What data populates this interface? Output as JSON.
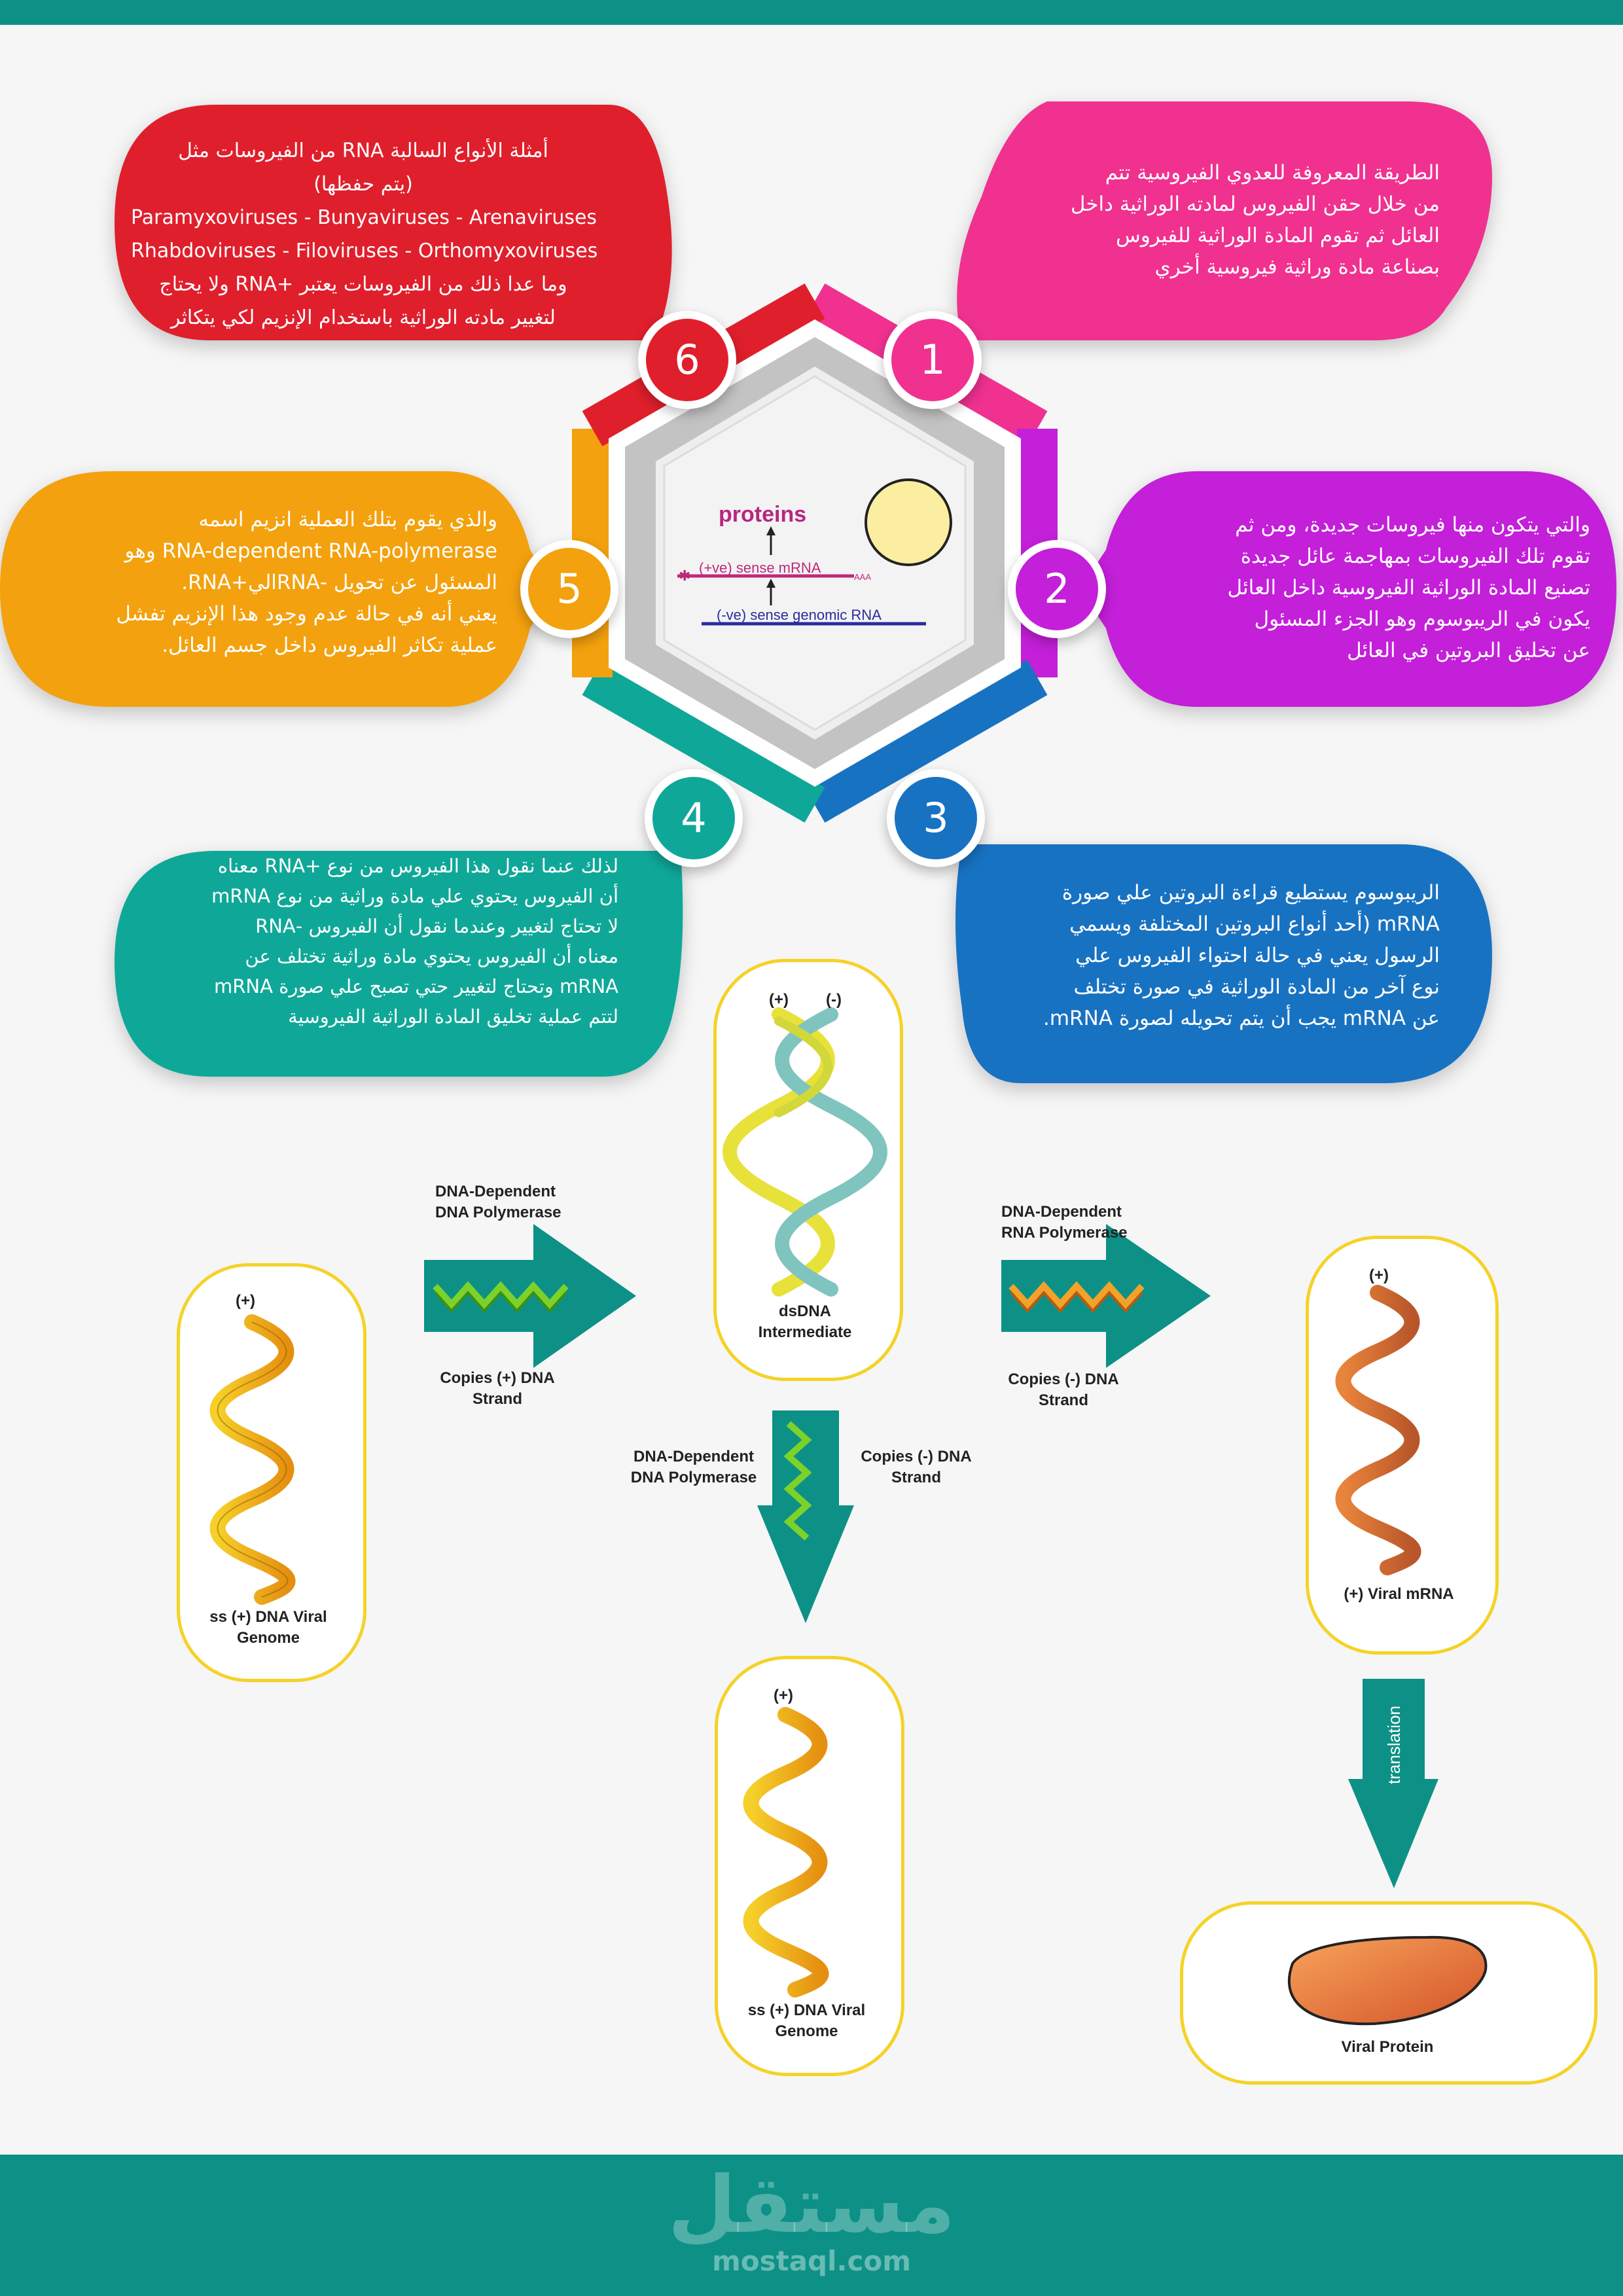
{
  "steps": [
    {
      "num": "1",
      "color": "#f0318f",
      "lines": [
        "الطريقة المعروفة للعدوي الفيروسية تتم",
        "من خلال حقن الفيروس لمادته الوراثية داخل",
        "العائل   ثم تقوم المادة الوراثية للفيروس",
        "بصناعة مادة وراثية فيروسية أخري"
      ]
    },
    {
      "num": "2",
      "color": "#c41fd9",
      "lines": [
        "والتي يتكون منها فيروسات جديدة، ومن ثم",
        "تقوم تلك الفيروسات بمهاجمة عائل جديدة",
        "تصنيع المادة الوراثية الفيروسية داخل العائل",
        "يكون في الريبوسوم وهو الجزء المسئول",
        "عن تخليق البروتين في العائل"
      ]
    },
    {
      "num": "3",
      "color": "#1872c2",
      "lines": [
        "الريبوسوم يستطيع قراءة البروتين علي صورة",
        "mRNA (أحد أنواع البروتين المختلفة ويسمي",
        "الرسول يعني في حالة احتواء الفيروس علي",
        "نوع آخر من المادة الوراثية في صورة تختلف",
        "عن mRNA يجب أن يتم تحويله لصورة mRNA."
      ]
    },
    {
      "num": "4",
      "color": "#0fa898",
      "lines": [
        "لذلك عنما نقول هذا الفيروس من نوع +RNA  معناه",
        "أن الفيروس يحتوي علي مادة وراثية من نوع mRNA",
        "لا تحتاج لتغيير وعندما نقول أن الفيروس -RNA",
        "معناه أن الفيروس يحتوي مادة وراثية تختلف عن",
        "mRNA وتحتاج لتغيير حتي تصبح علي صورة mRNA",
        "لتتم عملية تخليق المادة الوراثية الفيروسية"
      ]
    },
    {
      "num": "5",
      "color": "#f3a10e",
      "lines": [
        "والذي يقوم بتلك العملية انزيم اسمه",
        "RNA-dependent RNA-polymerase وهو",
        "المسئول عن تحويل -RNAالي+RNA.",
        "يعني أنه في حالة عدم وجود هذا الإنزيم تفشل",
        "عملية تكاثر الفيروس داخل جسم العائل."
      ]
    },
    {
      "num": "6",
      "color": "#e01f2c",
      "lines": [
        "أمثلة الأنواع السالبة RNA من الفيروسات مثل",
        "(يتم حفظها)",
        "Paramyxoviruses - Bunyaviruses - Arenaviruses",
        "Rhabdoviruses - Filoviruses - Orthomyxoviruses",
        "وما عدا ذلك من الفيروسات يعتبر +RNA ولا يحتاج",
        "لتغيير مادته الوراثية باستخدام الإنزيم لكي يتكاثر"
      ]
    }
  ],
  "center": {
    "proteins": "proteins",
    "sense_mrna": "(+ve) sense mRNA",
    "aaa": "AAA",
    "genomic": "(-ve) sense genomic RNA"
  },
  "flow": {
    "ss_genome_label": "ss (+) DNA Viral\nGenome",
    "ss_genome_plus": "(+)",
    "arrow1_title": "DNA-Dependent\nDNA Polymerase",
    "arrow1_sub": "Copies (+) DNA\nStrand",
    "ds_plus": "(+)",
    "ds_minus": "(-)",
    "ds_label": "dsDNA\nIntermediate",
    "arrow2_title": "DNA-Dependent\nRNA Polymerase",
    "arrow2_sub": "Copies (-) DNA\nStrand",
    "mrna_plus": "(+)",
    "mrna_label": "(+) Viral mRNA",
    "arrow3_title": "DNA-Dependent\nDNA Polymerase",
    "arrow3_sub": "Copies (-) DNA\nStrand",
    "ss2_plus": "(+)",
    "ss2_label": "ss (+) DNA Viral\nGenome",
    "translation": "translation",
    "protein_label": "Viral Protein"
  },
  "colors": {
    "teal": "#0d9186",
    "yellow_border": "#f5d228",
    "hex_ring": "#c3c3c3"
  },
  "footer": {
    "logo_ar": "مستقل",
    "logo_en": "mostaql.com"
  }
}
